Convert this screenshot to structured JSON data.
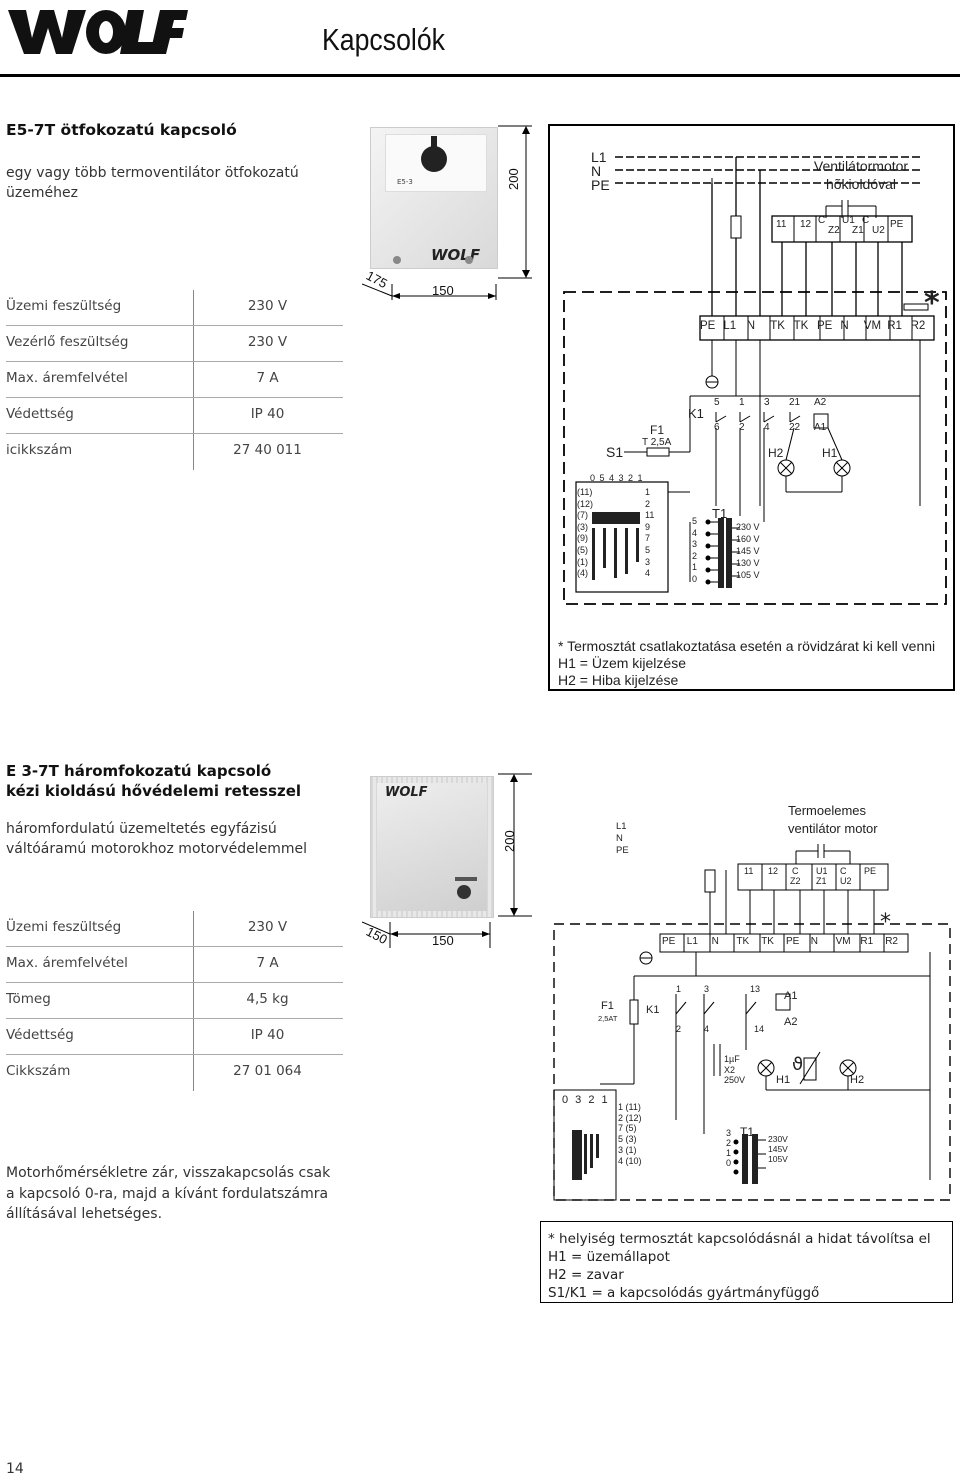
{
  "header": {
    "logo_text": "WOLF",
    "title": "Kapcsolók"
  },
  "section1": {
    "heading": "E5-7T ötfokozatú kapcsoló",
    "description": "egy vagy több termoventilátor ötfokozatú üzeméhez",
    "specs": [
      {
        "label": "Üzemi feszültség",
        "value": "230 V"
      },
      {
        "label": "Vezérlő feszültség",
        "value": "230 V"
      },
      {
        "label": "Max. áremfelvétel",
        "value": "7 A"
      },
      {
        "label": "Védettség",
        "value": "IP 40"
      },
      {
        "label": "icikkszám",
        "value": "27 40 011"
      }
    ],
    "dims": {
      "height": "200",
      "depth": "175",
      "width": "150"
    },
    "photo_label": "E5-3",
    "diagram": {
      "supply": [
        "L1",
        "N",
        "PE"
      ],
      "motor_title_1": "Ventilátormotor",
      "motor_title_2": "hõkioldóval",
      "motor_terminals": [
        "11",
        "12",
        "C",
        "Z2",
        "U1",
        "Z1",
        "C",
        "U2",
        "PE"
      ],
      "terminal_strip": [
        "PE",
        "L1",
        "N",
        "TK",
        "TK",
        "PE",
        "N",
        "VM",
        "R1",
        "R2"
      ],
      "star": "*",
      "fuse": "F1",
      "fuse_rating": "T 2,5A",
      "switch": "S1",
      "switch_positions": "0 5 4 3 2 1",
      "relay": "K1",
      "relay_contacts_top": [
        "5",
        "1",
        "3",
        "21",
        "A2"
      ],
      "relay_contacts_bottom": [
        "6",
        "2",
        "4",
        "22",
        "A1"
      ],
      "lamps": [
        "H2",
        "H1"
      ],
      "transformer": "T1",
      "left_terms": [
        "(11)",
        "(12)",
        "(7)",
        "(3)",
        "(9)",
        "(5)",
        "(1)",
        "(4)"
      ],
      "right_terms": [
        "1",
        "2",
        "11",
        "9",
        "7",
        "5",
        "3",
        "4"
      ],
      "tap_numbers": [
        "5",
        "4",
        "3",
        "2",
        "1",
        "0"
      ],
      "tap_voltages": [
        "230 V",
        "160 V",
        "145 V",
        "130 V",
        "105 V"
      ],
      "notes": [
        "* Termosztát csatlakoztatása esetén a rövidzárat ki kell venni",
        "H1 = Üzem kijelzése",
        "H2 = Hiba kijelzése"
      ]
    }
  },
  "section2": {
    "heading_1": "E 3-7T háromfokozatú kapcsoló",
    "heading_2": "kézi kioldású hővédelemi retesszel",
    "description": "háromfordulatú üzemeltetés egyfázisú váltóáramú motorokhoz motorvédelemmel",
    "specs": [
      {
        "label": "Üzemi feszültség",
        "value": "230 V"
      },
      {
        "label": "Max. áremfelvétel",
        "value": "7 A"
      },
      {
        "label": "Tömeg",
        "value": "4,5 kg"
      },
      {
        "label": "Védettség",
        "value": "IP 40"
      },
      {
        "label": "Cikkszám",
        "value": "27 01 064"
      }
    ],
    "dims": {
      "height": "200",
      "depth": "150",
      "width": "150"
    },
    "note": "Motorhőmérsékletre zár, visszakapcsolás csak a kapcsoló 0-ra, majd a kívánt fordulatszámra állításával lehetséges.",
    "diagram": {
      "supply": [
        "L1",
        "N",
        "PE"
      ],
      "motor_title_1": "Termoelemes",
      "motor_title_2": "ventilátor motor",
      "motor_terminals": [
        "11",
        "12",
        "C",
        "Z2",
        "U1",
        "Z1",
        "C",
        "U2",
        "PE"
      ],
      "terminal_strip": [
        "PE",
        "L1",
        "N",
        "TK",
        "TK",
        "PE",
        "N",
        "VM",
        "R1",
        "R2"
      ],
      "star": "*",
      "fuse": "F1",
      "fuse_rating": "2,5AT",
      "relay": "K1",
      "relay_contacts": [
        "1",
        "3",
        "13",
        "2",
        "4",
        "14",
        "A1",
        "A2"
      ],
      "cap": [
        "1µF",
        "X2",
        "250V"
      ],
      "theta": "ϑ",
      "lamps": [
        "H1",
        "H2"
      ],
      "switch_positions": "0 3 2 1",
      "switch_terms": [
        "1 (11)",
        "2 (12)",
        "7 (5)",
        "5 (3)",
        "3 (1)",
        "4 (10)"
      ],
      "transformer": "T1",
      "tap_numbers": [
        "3",
        "2",
        "1",
        "0"
      ],
      "tap_voltages": [
        "230V",
        "145V",
        "105V"
      ],
      "notes": [
        "*  helyiség termosztát kapcsolódásnál a hidat távolítsa el",
        "H1 = üzemállapot",
        "H2 = zavar",
        "S1/K1 = a kapcsolódás gyártmányfüggő"
      ]
    }
  },
  "footer": {
    "page_number": "14"
  }
}
